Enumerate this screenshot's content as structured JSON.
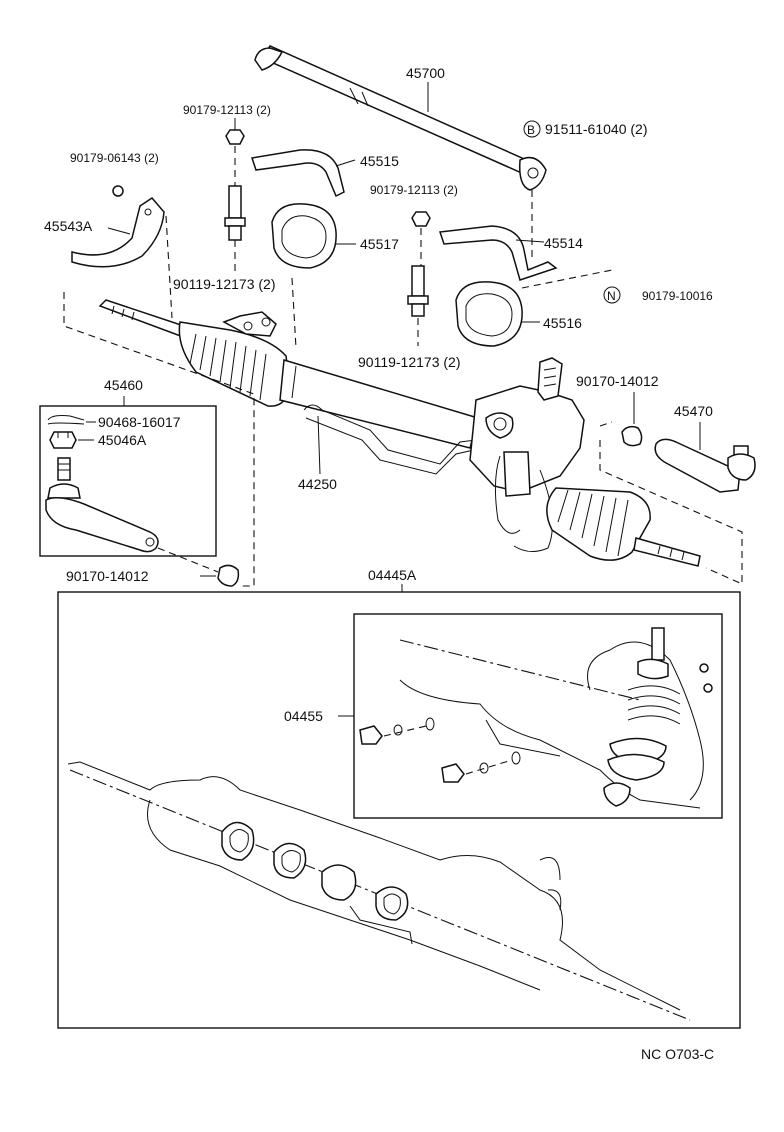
{
  "labels": {
    "p45700": "45700",
    "p91511": "91511-61040 (2)",
    "p90179_12113_a": "90179-12113 (2)",
    "p90179_06143": "90179-06143 (2)",
    "p45515": "45515",
    "p45543A": "45543A",
    "p45517": "45517",
    "p90119_a": "90119-12173 (2)",
    "p90179_12113_b": "90179-12113 (2)",
    "p45514": "45514",
    "p90179_10016": "90179-10016",
    "p45516": "45516",
    "p90119_b": "90119-12173 (2)",
    "p45460": "45460",
    "p90468": "90468-16017",
    "p45046A": "45046A",
    "p44250": "44250",
    "p90170_b": "90170-14012",
    "p45470": "45470",
    "p90170_a": "90170-14012",
    "p04445A": "04445A",
    "p04455": "04455",
    "code": "NC O703-C"
  },
  "markers": {
    "b": "B",
    "n": "N"
  }
}
